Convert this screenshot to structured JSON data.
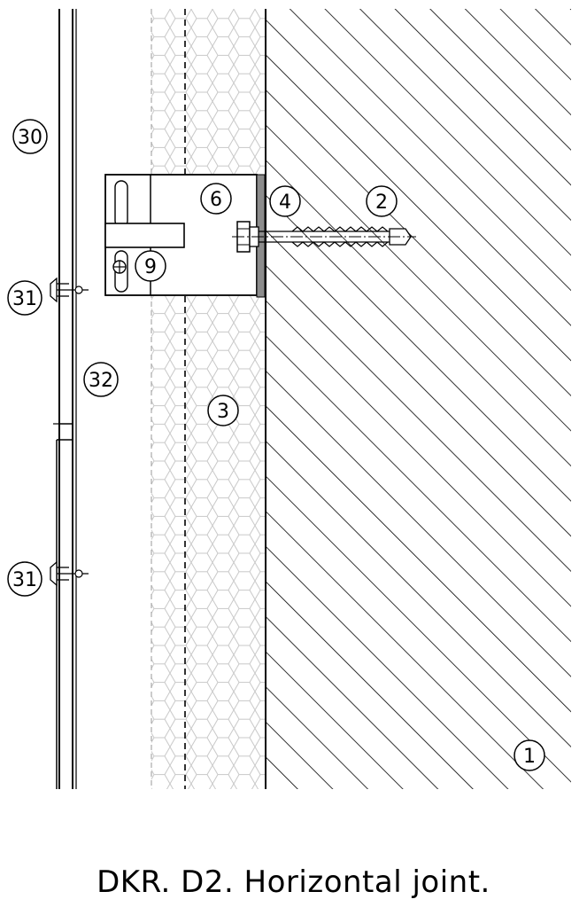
{
  "caption": "DKR. D2. Horizontal joint.",
  "callouts": {
    "c1": "1",
    "c2": "2",
    "c3": "3",
    "c4": "4",
    "c6": "6",
    "c9": "9",
    "c30": "30",
    "c31_top": "31",
    "c31_bottom": "31",
    "c32": "32"
  }
}
